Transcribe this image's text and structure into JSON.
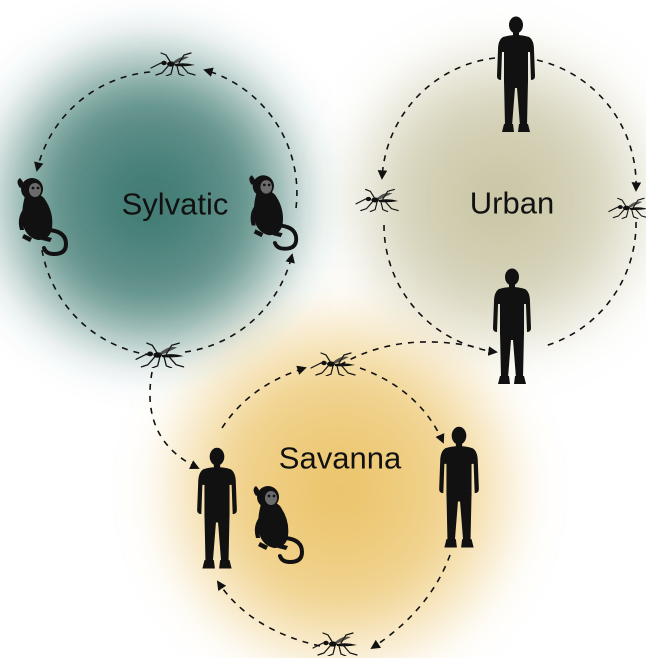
{
  "cycles": {
    "sylvatic": {
      "label": "Sylvatic",
      "color": "#2f6f66"
    },
    "urban": {
      "label": "Urban",
      "color": "#bdb890"
    },
    "savanna": {
      "label": "Savanna",
      "color": "#e9bc55"
    }
  },
  "icons": {
    "mosquito": "mosquito-icon",
    "monkey": "monkey-icon",
    "human": "human-icon"
  }
}
